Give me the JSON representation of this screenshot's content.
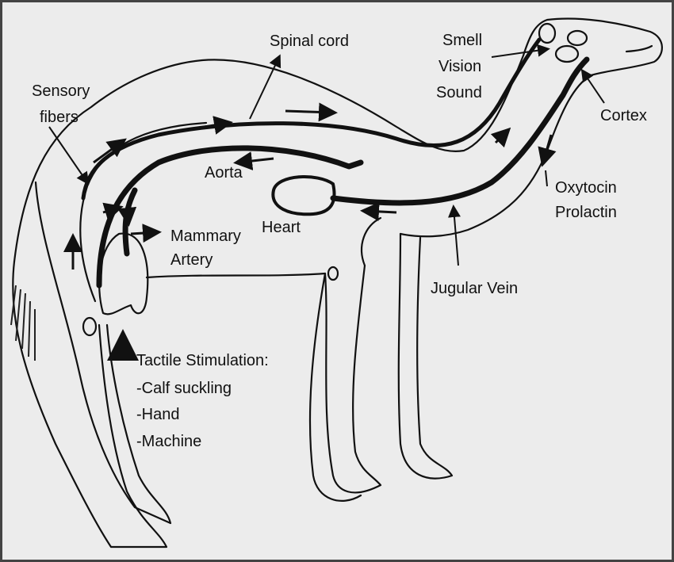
{
  "title": "Milk let-down reflex in the camel",
  "labels": {
    "spinal_cord": "Spinal cord",
    "smell": "Smell",
    "vision": "Vision",
    "sound": "Sound",
    "sensory": "Sensory",
    "fibers": "fibers",
    "cortex": "Cortex",
    "aorta": "Aorta",
    "oxytocin": "Oxytocin",
    "prolactin": "Prolactin",
    "heart": "Heart",
    "mammary": "Mammary",
    "artery": "Artery",
    "jugular_vein": "Jugular Vein",
    "tactile": "Tactile Stimulation:",
    "tactile_items": [
      "-Calf suckling",
      "-Hand",
      "-Machine"
    ]
  }
}
